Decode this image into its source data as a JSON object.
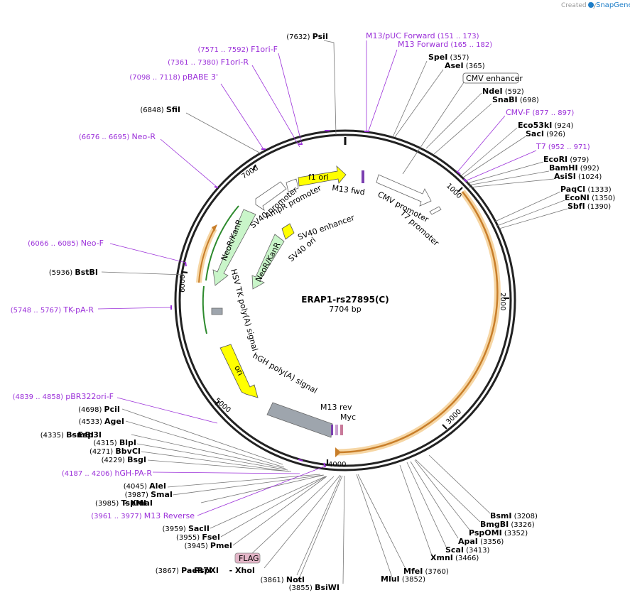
{
  "header": {
    "credit": "Created by",
    "brand": "SnapGene"
  },
  "plasmid": {
    "name": "ERAP1-rs27895(C)",
    "length": "7704 bp"
  },
  "ticks": {
    "t1000": "1000",
    "t2000": "2000",
    "t3000": "3000",
    "t4000": "4000",
    "t5000": "5000",
    "t6000": "6000",
    "t7000": "7000"
  },
  "boxes": {
    "cmv_enhancer": "CMV enhancer",
    "flag": "FLAG"
  },
  "features": {
    "f1_ori": "f1 ori",
    "m13_fwd": "M13 fwd",
    "cmv_promoter": "CMV promoter",
    "t7_promoter": "T7 promoter",
    "sv40_promoter": "SV40 promoter",
    "ampr_promoter": "AmpR promoter",
    "sv40_enhancer": "SV40 enhancer",
    "sv40_ori": "SV40 ori",
    "neor_kanr": "NeoR/KanR",
    "hsv_tk_polya": "HSV TK poly(A) signal",
    "ori": "ori",
    "hgh_polya": "hGH poly(A) signal",
    "m13_rev": "M13 rev",
    "myc": "Myc"
  },
  "sites": [
    {
      "name": "PsiI",
      "pos": "(7632)",
      "kind": "enzyme",
      "side": "left"
    },
    {
      "name": "M13/pUC Forward",
      "pos": "(151 .. 173)",
      "kind": "primer",
      "side": "right"
    },
    {
      "name": "M13 Forward",
      "pos": "(165 .. 182)",
      "kind": "primer",
      "side": "right"
    },
    {
      "name": "SpeI",
      "pos": "(357)",
      "kind": "enzyme",
      "side": "right"
    },
    {
      "name": "AseI",
      "pos": "(365)",
      "kind": "enzyme",
      "side": "right"
    },
    {
      "name": "NdeI",
      "pos": "(592)",
      "kind": "enzyme",
      "side": "right"
    },
    {
      "name": "SnaBI",
      "pos": "(698)",
      "kind": "enzyme",
      "side": "right"
    },
    {
      "name": "CMV-F",
      "pos": "(877 .. 897)",
      "kind": "primer",
      "side": "right"
    },
    {
      "name": "Eco53kI",
      "pos": "(924)",
      "kind": "enzyme",
      "side": "right"
    },
    {
      "name": "SacI",
      "pos": "(926)",
      "kind": "enzyme",
      "side": "right"
    },
    {
      "name": "T7",
      "pos": "(952 .. 971)",
      "kind": "primer",
      "side": "right"
    },
    {
      "name": "EcoRI",
      "pos": "(979)",
      "kind": "enzyme",
      "side": "right"
    },
    {
      "name": "BamHI",
      "pos": "(992)",
      "kind": "enzyme",
      "side": "right"
    },
    {
      "name": "AsiSI",
      "pos": "(1024)",
      "kind": "enzyme",
      "side": "right"
    },
    {
      "name": "PaqCI",
      "pos": "(1333)",
      "kind": "enzyme",
      "side": "right"
    },
    {
      "name": "EcoNI",
      "pos": "(1350)",
      "kind": "enzyme",
      "side": "right"
    },
    {
      "name": "SbfI",
      "pos": "(1390)",
      "kind": "enzyme",
      "side": "right"
    },
    {
      "name": "F1ori-F",
      "pos": "(7571 .. 7592)",
      "kind": "primer",
      "side": "left"
    },
    {
      "name": "F1ori-R",
      "pos": "(7361 .. 7380)",
      "kind": "primer",
      "side": "left"
    },
    {
      "name": "pBABE 3'",
      "pos": "(7098 .. 7118)",
      "kind": "primer",
      "side": "left"
    },
    {
      "name": "SfiI",
      "pos": "(6848)",
      "kind": "enzyme",
      "side": "left"
    },
    {
      "name": "Neo-R",
      "pos": "(6676 .. 6695)",
      "kind": "primer",
      "side": "left"
    },
    {
      "name": "Neo-F",
      "pos": "(6066 .. 6085)",
      "kind": "primer",
      "side": "left"
    },
    {
      "name": "BstBI",
      "pos": "(5936)",
      "kind": "enzyme",
      "side": "left"
    },
    {
      "name": "TK-pA-R",
      "pos": "(5748 .. 5767)",
      "kind": "primer",
      "side": "left"
    },
    {
      "name": "pBR322ori-F",
      "pos": "(4839 .. 4858)",
      "kind": "primer",
      "side": "left"
    },
    {
      "name": "PciI",
      "pos": "(4698)",
      "kind": "enzyme",
      "side": "left"
    },
    {
      "name": "AgeI",
      "pos": "(4533)",
      "kind": "enzyme",
      "side": "left"
    },
    {
      "name": "BsmBI",
      "pos": "(4335)",
      "kind": "enzyme",
      "side": "left"
    },
    {
      "name": "Esp3I",
      "pos": "",
      "kind": "enzyme",
      "side": "left",
      "prefix": "- "
    },
    {
      "name": "BlpI",
      "pos": "(4315)",
      "kind": "enzyme",
      "side": "left"
    },
    {
      "name": "BbvCI",
      "pos": "(4271)",
      "kind": "enzyme",
      "side": "left"
    },
    {
      "name": "BsgI",
      "pos": "(4229)",
      "kind": "enzyme",
      "side": "left"
    },
    {
      "name": "hGH-PA-R",
      "pos": "(4187 .. 4206)",
      "kind": "primer",
      "side": "left"
    },
    {
      "name": "AleI",
      "pos": "(4045)",
      "kind": "enzyme",
      "side": "left"
    },
    {
      "name": "SmaI",
      "pos": "(3987)",
      "kind": "enzyme",
      "side": "left"
    },
    {
      "name": "TspMI",
      "pos": "(3985)",
      "kind": "enzyme",
      "side": "left"
    },
    {
      "name": "XmaI",
      "pos": "",
      "kind": "enzyme",
      "side": "left",
      "prefix": "- "
    },
    {
      "name": "M13 Reverse",
      "pos": "(3961 .. 3977)",
      "kind": "primer",
      "side": "left"
    },
    {
      "name": "SacII",
      "pos": "(3959)",
      "kind": "enzyme",
      "side": "left"
    },
    {
      "name": "FseI",
      "pos": "(3955)",
      "kind": "enzyme",
      "side": "left"
    },
    {
      "name": "PmeI",
      "pos": "(3945)",
      "kind": "enzyme",
      "side": "left"
    },
    {
      "name": "PaeR7I",
      "pos": "(3867)",
      "kind": "enzyme",
      "side": "left"
    },
    {
      "name": "PspXI",
      "pos": "",
      "kind": "enzyme",
      "side": "left",
      "prefix": "- "
    },
    {
      "name": "XhoI",
      "pos": "",
      "kind": "enzyme",
      "side": "left",
      "prefix": "- "
    },
    {
      "name": "NotI",
      "pos": "(3861)",
      "kind": "enzyme",
      "side": "left"
    },
    {
      "name": "BsiWI",
      "pos": "(3855)",
      "kind": "enzyme",
      "side": "left"
    },
    {
      "name": "MluI",
      "pos": "(3852)",
      "kind": "enzyme",
      "side": "right"
    },
    {
      "name": "MfeI",
      "pos": "(3760)",
      "kind": "enzyme",
      "side": "right"
    },
    {
      "name": "XmnI",
      "pos": "(3466)",
      "kind": "enzyme",
      "side": "right"
    },
    {
      "name": "ScaI",
      "pos": "(3413)",
      "kind": "enzyme",
      "side": "right"
    },
    {
      "name": "ApaI",
      "pos": "(3356)",
      "kind": "enzyme",
      "side": "right"
    },
    {
      "name": "PspOMI",
      "pos": "(3352)",
      "kind": "enzyme",
      "side": "right"
    },
    {
      "name": "BmgBI",
      "pos": "(3326)",
      "kind": "enzyme",
      "side": "right"
    },
    {
      "name": "BsmI",
      "pos": "(3208)",
      "kind": "enzyme",
      "side": "right"
    }
  ]
}
